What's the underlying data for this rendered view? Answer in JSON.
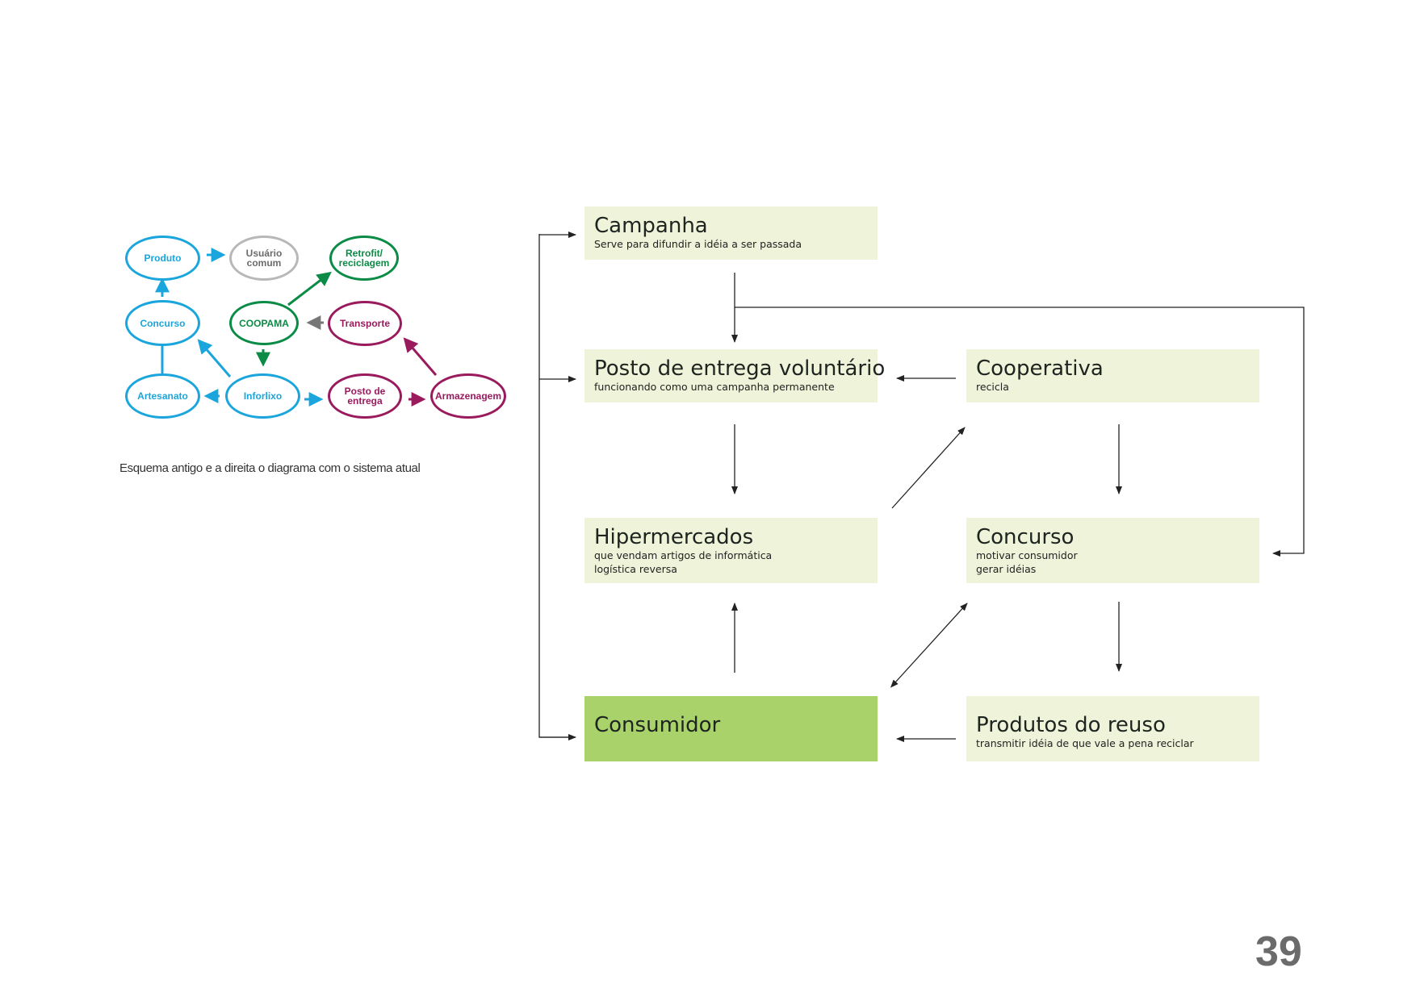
{
  "colors": {
    "blue": "#1aa6dc",
    "grey": "#b8b8b8",
    "green": "#0a8b46",
    "purple": "#9a1a5e",
    "box_light": "#eef3d9",
    "box_accent": "#a9d26a"
  },
  "old_scheme": {
    "produto": {
      "l1": "Produto"
    },
    "usuario": {
      "l1": "Usuário",
      "l2": "comum"
    },
    "retrofit": {
      "l1": "Retrofit/",
      "l2": "reciclagem"
    },
    "concurso": {
      "l1": "Concurso"
    },
    "coopama": {
      "l1": "COOPAMA"
    },
    "transporte": {
      "l1": "Transporte"
    },
    "artesanato": {
      "l1": "Artesanato"
    },
    "inforlixo": {
      "l1": "Inforlixo"
    },
    "posto": {
      "l1": "Posto de",
      "l2": "entrega"
    },
    "armazenagem": {
      "l1": "Armazenagem"
    }
  },
  "caption": "Esquema antigo e a direita o diagrama com o sistema atual",
  "system": {
    "campanha": {
      "title": "Campanha",
      "subtitle": "Serve para difundir a idéia a ser passada"
    },
    "posto": {
      "title": "Posto de entrega voluntário",
      "subtitle": "funcionando como uma campanha permanente"
    },
    "cooperativa": {
      "title": "Cooperativa",
      "subtitle": "recicla"
    },
    "hipermercados": {
      "title": "Hipermercados",
      "subtitle_1": "que vendam artigos de informática",
      "subtitle_2": "logística reversa"
    },
    "concurso": {
      "title": "Concurso",
      "subtitle_1": "motivar consumidor",
      "subtitle_2": "gerar idéias"
    },
    "consumidor": {
      "title": "Consumidor"
    },
    "produtos": {
      "title": "Produtos do reuso",
      "subtitle": "transmitir idéia de que vale a pena reciclar"
    }
  },
  "page_number": "39"
}
